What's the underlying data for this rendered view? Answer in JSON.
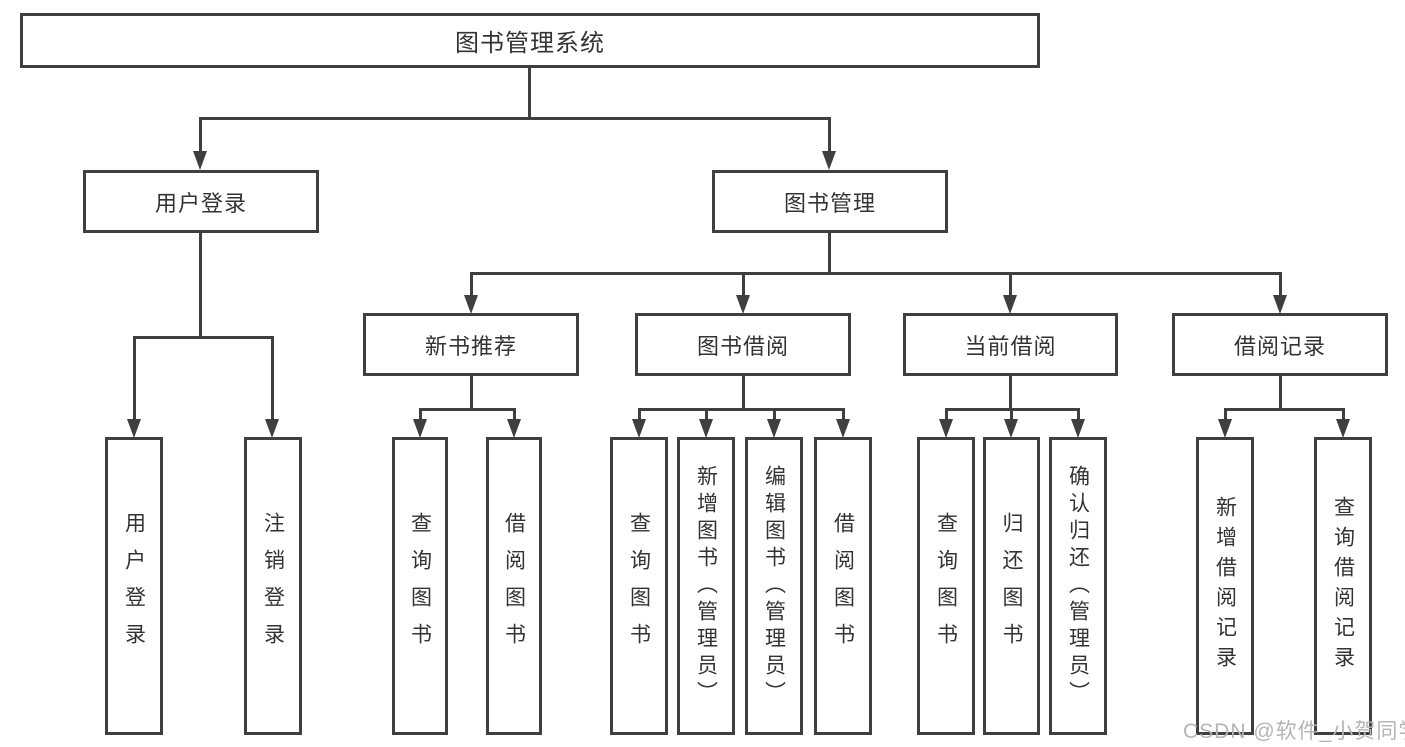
{
  "diagram": {
    "root": {
      "label": "图书管理系统"
    },
    "branches": [
      {
        "label": "用户登录",
        "children": [
          {
            "label": "用户登录"
          },
          {
            "label": "注销登录"
          }
        ]
      },
      {
        "label": "图书管理",
        "children": [
          {
            "label": "新书推荐",
            "children": [
              {
                "label": "查询图书"
              },
              {
                "label": "借阅图书"
              }
            ]
          },
          {
            "label": "图书借阅",
            "children": [
              {
                "label": "查询图书"
              },
              {
                "label": "新增图书（管理员）"
              },
              {
                "label": "编辑图书（管理员）"
              },
              {
                "label": "借阅图书"
              }
            ]
          },
          {
            "label": "当前借阅",
            "children": [
              {
                "label": "查询图书"
              },
              {
                "label": "归还图书"
              },
              {
                "label": "确认归还（管理员）"
              }
            ]
          },
          {
            "label": "借阅记录",
            "children": [
              {
                "label": "新增借阅记录"
              },
              {
                "label": "查询借阅记录"
              }
            ]
          }
        ]
      }
    ],
    "watermark": "CSDN @软件_小贺同学"
  },
  "colors": {
    "line": "#3f3f3f",
    "text": "#333333",
    "watermark": "#b5b5b5",
    "background": "#ffffff"
  }
}
